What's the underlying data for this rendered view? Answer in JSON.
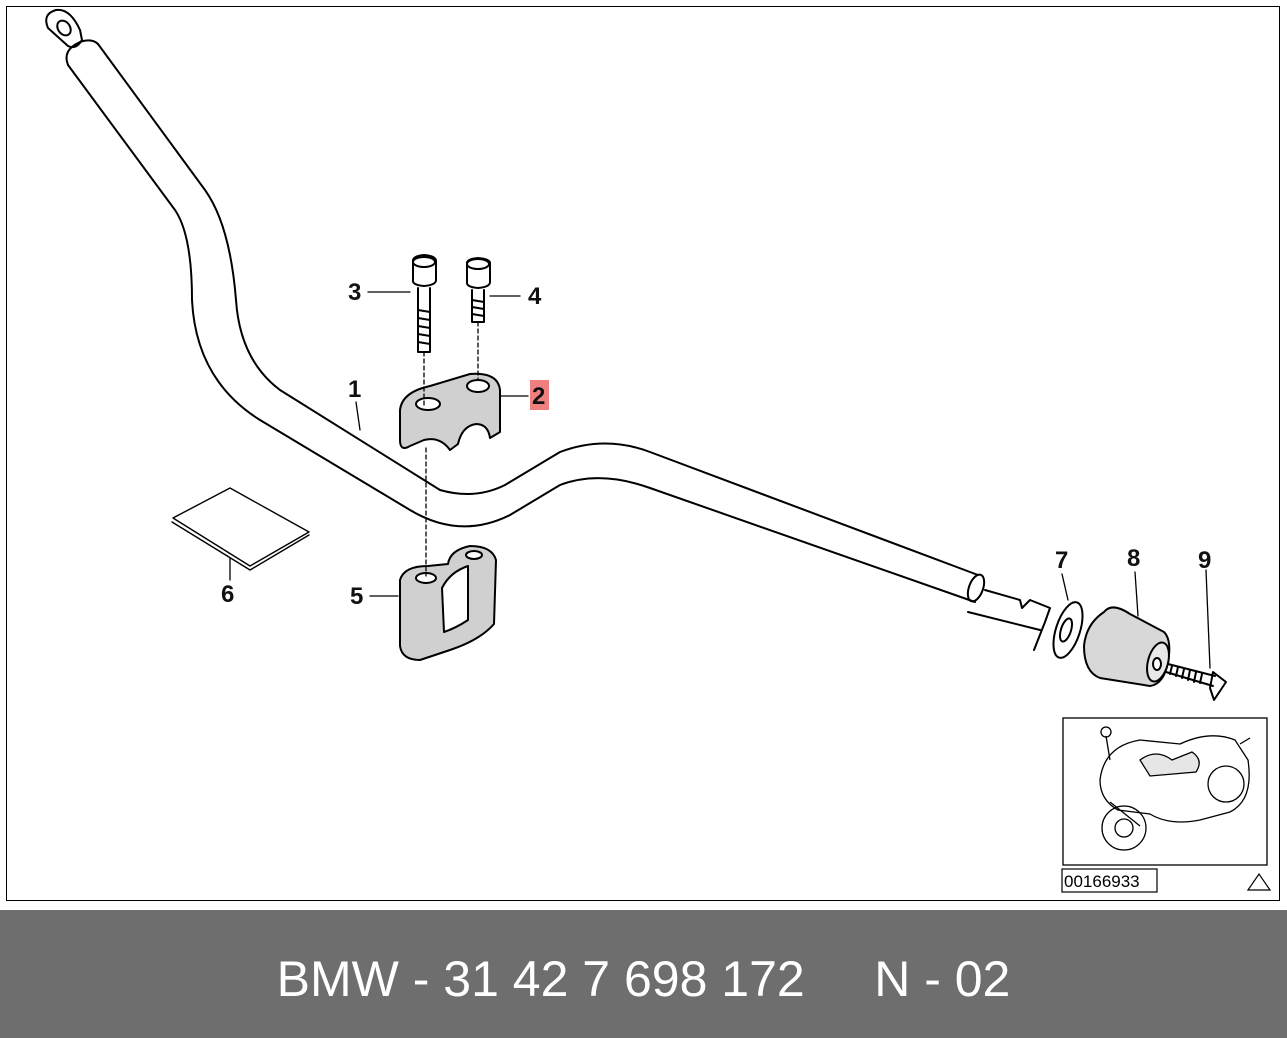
{
  "callouts": {
    "part_1": "1",
    "part_2": "2",
    "part_3": "3",
    "part_4": "4",
    "part_5": "5",
    "part_6": "6",
    "part_7": "7",
    "part_8": "8",
    "part_9": "9"
  },
  "highlight_color": "#f08080",
  "diagram_ref_code": "00166933",
  "inset_icon": "motorcycle-thumbnail-icon",
  "corner_icon": "triangle-icon",
  "footer": {
    "brand": "BMW",
    "separator": "-",
    "part_number": "31 42 7 698 172",
    "variant": "N - 02"
  }
}
